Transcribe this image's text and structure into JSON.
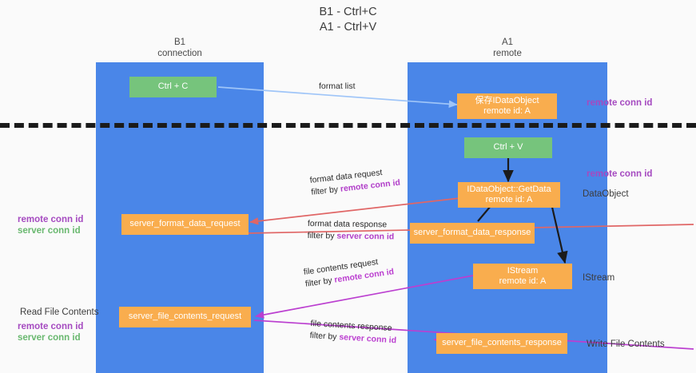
{
  "title": {
    "line1": "B1 - Ctrl+C",
    "line2": "A1 - Ctrl+V"
  },
  "colors": {
    "lane": "#4a86e8",
    "node_green": "#76c47c",
    "node_orange": "#f9ad4e",
    "divider": "#1b1b1b",
    "purple": "#a54ac0",
    "green_text": "#69b86f",
    "arrow_blue": "#9fc5f8",
    "arrow_red": "#e06666",
    "arrow_magenta": "#bb3fd0",
    "arrow_black": "#1b1b1b"
  },
  "columns": [
    {
      "name": "B1",
      "sub": "connection"
    },
    {
      "name": "A1",
      "sub": "remote"
    }
  ],
  "nodes": [
    {
      "id": "ctrl-c",
      "label": "Ctrl + C",
      "sub": "",
      "color": "green"
    },
    {
      "id": "save-idataobject",
      "label": "保存IDataObject",
      "sub": "remote id: A",
      "color": "orange"
    },
    {
      "id": "ctrl-v",
      "label": "Ctrl + V",
      "sub": "",
      "color": "green"
    },
    {
      "id": "idataobject-getdata",
      "label": "IDataObject::GetData",
      "sub": "remote id: A",
      "color": "orange"
    },
    {
      "id": "server-format-data-request",
      "label": "server_format_data_request",
      "sub": "",
      "color": "orange"
    },
    {
      "id": "server-format-data-response",
      "label": "server_format_data_response",
      "sub": "",
      "color": "orange"
    },
    {
      "id": "istream",
      "label": "IStream",
      "sub": "remote id: A",
      "color": "orange"
    },
    {
      "id": "server-file-contents-request",
      "label": "server_file_contents_request",
      "sub": "",
      "color": "orange"
    },
    {
      "id": "server-file-contents-response",
      "label": "server_file_contents_response",
      "sub": "",
      "color": "orange"
    }
  ],
  "edges": [
    {
      "id": "format-list",
      "line1": "format list",
      "filter_prefix": "",
      "filter_key": ""
    },
    {
      "id": "format-data-request",
      "line1": "format data request",
      "filter_prefix": "filter by ",
      "filter_key": "remote conn id"
    },
    {
      "id": "format-data-response",
      "line1": "format data response",
      "filter_prefix": "filter by ",
      "filter_key": "server conn id"
    },
    {
      "id": "file-contents-request",
      "line1": "file contents request",
      "filter_prefix": "filter by ",
      "filter_key": "remote conn id"
    },
    {
      "id": "file-contents-response",
      "line1": "file contents response",
      "filter_prefix": "filter by ",
      "filter_key": "server conn id"
    }
  ],
  "annotations": {
    "right_top_conn": "remote conn id",
    "right_mid_conn": "remote conn id",
    "dataobject": "DataObject",
    "istream": "IStream",
    "write_file_contents": "Write File Contents",
    "read_file_contents": "Read File Contents",
    "left_mid_remote": "remote conn id",
    "left_mid_server": "server conn id",
    "left_bot_remote": "remote conn id",
    "left_bot_server": "server conn id"
  }
}
